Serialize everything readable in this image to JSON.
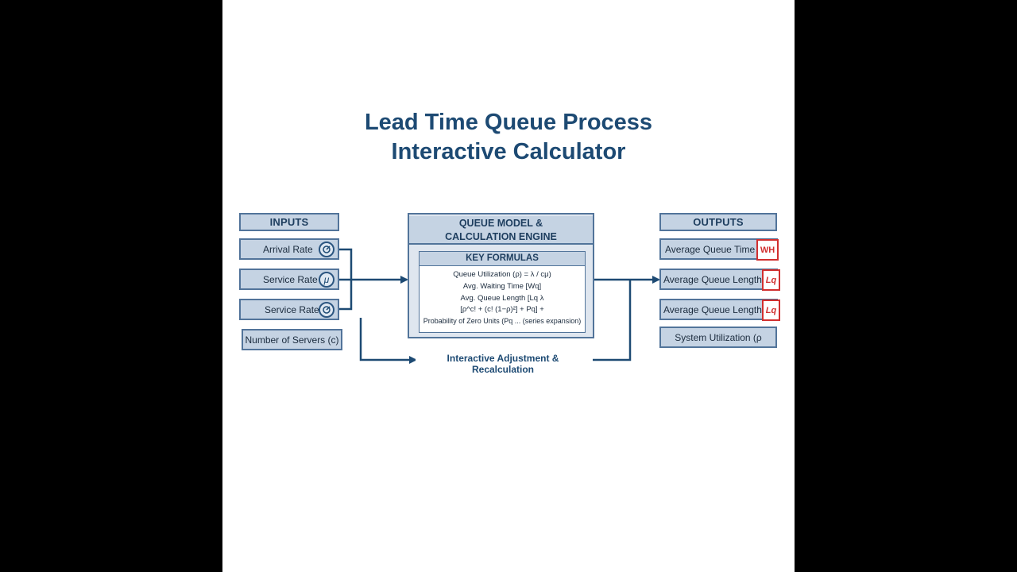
{
  "title": {
    "line1": "Lead Time Queue Process",
    "line2": "Interactive Calculator"
  },
  "inputs": {
    "header": "INPUTS",
    "items": [
      {
        "label": "Arrival Rate",
        "icon": "gauge-icon",
        "symbol": ""
      },
      {
        "label": "Service Rate",
        "icon": "mu-icon",
        "symbol": "μ"
      },
      {
        "label": "Service Rate",
        "icon": "gauge-icon",
        "symbol": ""
      }
    ],
    "servers": "Number of Servers (c)"
  },
  "engine": {
    "title_line1": "QUEUE MODEL &",
    "title_line2": "CALCULATION ENGINE",
    "formulas_header": "KEY FORMULAS",
    "formulas": [
      "Queue Utilization (ρ) = λ / cμ)",
      "Avg. Waiting Time [Wq]",
      "Avg. Queue Length [Lq λ",
      "[ρ^c! + (c! (1−ρ)²] + Pq] +",
      "Probability of Zero Units (Pq ... (series expansion)"
    ]
  },
  "flow_label": "Interactive Adjustment & Recalculation",
  "outputs": {
    "header": "OUTPUTS",
    "items": [
      {
        "label": "Average Queue Time",
        "symbol": "WH"
      },
      {
        "label": "Average Queue Length",
        "symbol": "Lq"
      },
      {
        "label": "Average Queue Length",
        "symbol": "Lq"
      }
    ],
    "utilization": "System Utilization (ρ"
  },
  "colors": {
    "accent": "#1d4a73",
    "box_fill": "#c5d3e3",
    "box_border": "#52749a",
    "highlight": "#d12f2f"
  }
}
